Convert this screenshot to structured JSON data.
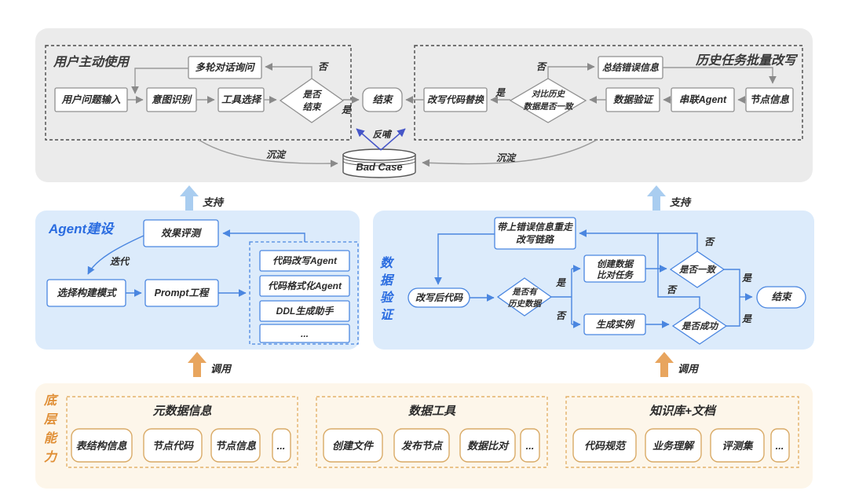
{
  "labels": {
    "yes": "是",
    "no": "否",
    "support": "支持",
    "invoke": "调用",
    "settle": "沉淀",
    "feedback": "反哺",
    "iterate": "迭代"
  },
  "top": {
    "user_flow": {
      "title": "用户主动使用",
      "user_input": "用户问题输入",
      "intent": "意图识别",
      "tool_select": "工具选择",
      "multi_turn": "多轮对话询问",
      "decision_line1": "是否",
      "decision_line2": "结束"
    },
    "end": "结束",
    "history_flow": {
      "title": "历史任务批量改写",
      "rewrite_replace": "改写代码替换",
      "decision_line1": "对比历史",
      "decision_line2": "数据是否一致",
      "summarize": "总结错误信息",
      "validate": "数据验证",
      "chain_agent": "串联Agent",
      "node_info": "节点信息"
    },
    "bad_case": "Bad Case"
  },
  "agent_panel": {
    "title": "Agent建设",
    "evaluate": "效果评测",
    "choose_mode": "选择构建模式",
    "prompt": "Prompt工程",
    "agents": [
      "代码改写Agent",
      "代码格式化Agent",
      "DDL生成助手",
      "..."
    ]
  },
  "validation_panel": {
    "title_chars": [
      "数",
      "据",
      "验",
      "证"
    ],
    "retry_line1": "带上错误信息重走",
    "retry_line2": "改写链路",
    "rewritten": "改写后代码",
    "has_history_line1": "是否有",
    "has_history_line2": "历史数据",
    "create_compare_line1": "创建数据",
    "create_compare_line2": "比对任务",
    "gen_instance": "生成实例",
    "consistent": "是否一致",
    "success": "是否成功",
    "end": "结束"
  },
  "base": {
    "title_chars": [
      "底",
      "层",
      "能",
      "力"
    ],
    "groups": [
      {
        "title": "元数据信息",
        "items": [
          "表结构信息",
          "节点代码",
          "节点信息",
          "..."
        ]
      },
      {
        "title": "数据工具",
        "items": [
          "创建文件",
          "发布节点",
          "数据比对",
          "..."
        ]
      },
      {
        "title": "知识库+文档",
        "items": [
          "代码规范",
          "业务理解",
          "评测集",
          "..."
        ]
      }
    ]
  },
  "colors": {
    "band_gray": "#ebebeb",
    "panel_blue": "#dcebfb",
    "band_cream": "#fdf6ea",
    "blue_accent": "#4a86e0",
    "blue_title": "#2a6ce0",
    "orange_title": "#e08f36",
    "arrow_gray": "#9a9a9a",
    "feedback_blue": "#4656c8",
    "fat_arrow_blue": "#a9cdf0",
    "fat_arrow_orange": "#e8a55e",
    "item_border_orange": "#d9aa66"
  }
}
